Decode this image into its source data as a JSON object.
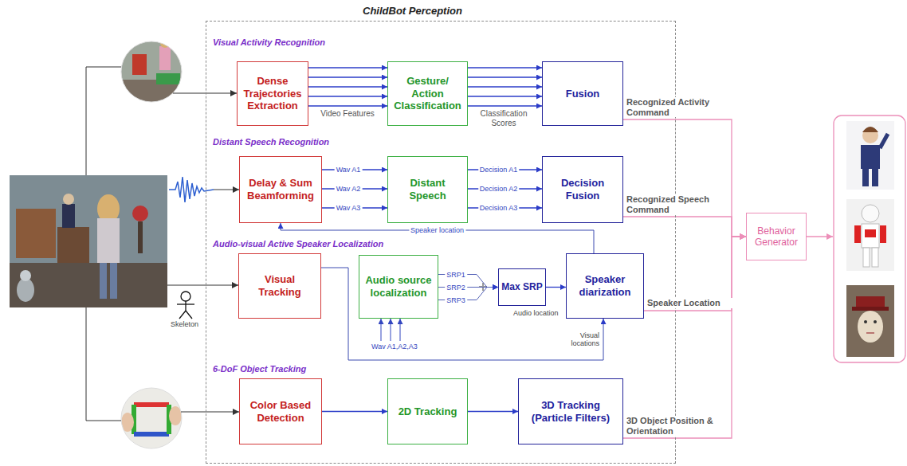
{
  "diagram": {
    "nodes": [
      {
        "text": [
          "ChildBot Perception"
        ]
      },
      {
        "text": [
          "Dense Trajectories Extraction"
        ],
        "in": 0
      },
      {
        "text": [
          "Gesture/ Action Classification"
        ],
        "in": 0
      },
      {
        "text": [
          "Fusion"
        ],
        "in": 0
      },
      {
        "text": [
          "Delay & Sum Beamforming"
        ],
        "in": 0
      },
      {
        "text": [
          "Distant Speech"
        ],
        "in": 0
      },
      {
        "text": [
          "Decision Fusion"
        ],
        "in": 0
      },
      {
        "text": [
          "Visual Tracking"
        ],
        "in": 0
      },
      {
        "text": [
          "Audio source localization"
        ],
        "in": 0
      },
      {
        "text": [
          "Max SRP"
        ],
        "in": 0
      },
      {
        "text": [
          "Speaker diarization"
        ],
        "in": 0
      },
      {
        "text": [
          "Color Based Detection"
        ],
        "in": 0
      },
      {
        "text": [
          "2D Tracking"
        ],
        "in": 0
      },
      {
        "text": [
          "3D Tracking (Particle Filters)"
        ],
        "in": 0
      },
      {
        "text": [
          "Behavior Generator"
        ]
      }
    ],
    "edges": [
      {
        "from": 1,
        "to": 2,
        "arrow": "to"
      },
      {
        "from": 1,
        "to": 2,
        "arrow": "to"
      },
      {
        "from": 1,
        "to": 2,
        "arrow": "to"
      },
      {
        "from": 1,
        "to": 2,
        "arrow": "to"
      },
      {
        "from": 1,
        "to": 2,
        "arrow": "to"
      },
      {
        "from": 2,
        "to": 3,
        "arrow": "to"
      },
      {
        "from": 2,
        "to": 3,
        "arrow": "to"
      },
      {
        "from": 2,
        "to": 3,
        "arrow": "to"
      },
      {
        "from": 2,
        "to": 3,
        "arrow": "to"
      },
      {
        "from": 2,
        "to": 3,
        "arrow": "to"
      },
      {
        "from": 4,
        "to": 5,
        "label": "Wav A1",
        "arrow": "to"
      },
      {
        "from": 4,
        "to": 5,
        "label": "Wav A2",
        "arrow": "to"
      },
      {
        "from": 4,
        "to": 5,
        "label": "Wav A3",
        "arrow": "to"
      },
      {
        "from": 5,
        "to": 6,
        "label": "Decision A1",
        "arrow": "to"
      },
      {
        "from": 5,
        "to": 6,
        "label": "Decision A2",
        "arrow": "to"
      },
      {
        "from": 5,
        "to": 6,
        "label": "Decision A3",
        "arrow": "to"
      },
      {
        "from": 10,
        "to": 4,
        "label": "Speaker location",
        "arrow": "to"
      },
      {
        "from": 7,
        "to": 10,
        "label": "Visual locations",
        "arrow": "to"
      },
      {
        "from": 8,
        "to": 9,
        "label": "SRP1",
        "arrow": "to"
      },
      {
        "from": 8,
        "to": 9,
        "label": "SRP2",
        "arrow": "to"
      },
      {
        "from": 8,
        "to": 9,
        "label": "SRP3",
        "arrow": "to"
      },
      {
        "from": 9,
        "to": 10,
        "arrow": "to"
      },
      {
        "from": 11,
        "to": 12,
        "arrow": "to"
      },
      {
        "from": 12,
        "to": 13,
        "arrow": "to"
      },
      {
        "from": 3,
        "to": 14,
        "label": "Recognized Activity Command",
        "arrow": "to"
      },
      {
        "from": 6,
        "to": 14,
        "label": "Recognized Speech Command",
        "arrow": "to"
      },
      {
        "from": 10,
        "to": 14,
        "label": "Speaker Location",
        "arrow": "to"
      },
      {
        "from": 13,
        "to": 14,
        "label": "3D Object Position & Orientation",
        "arrow": "to"
      }
    ],
    "labels": [
      "Visual Activity Recognition",
      "Distant Speech Recognition",
      "Audio-visual Active Speaker Localization",
      "6-DoF Object Tracking",
      "Video Features",
      "Classification Scores",
      "Wav A1,A2,A3",
      "Audio location",
      "Skeleton"
    ]
  }
}
